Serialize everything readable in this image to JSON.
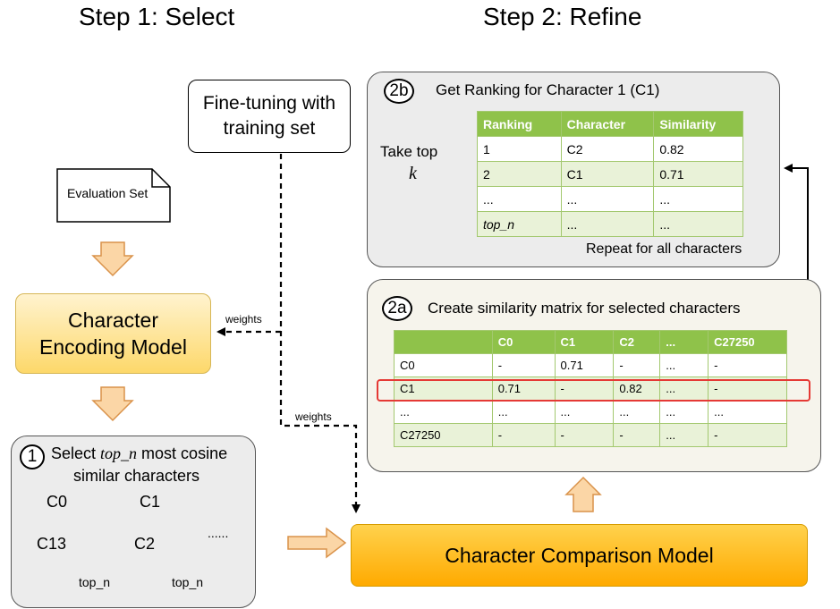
{
  "steps": {
    "step1": "Step 1: Select",
    "step2": "Step 2: Refine"
  },
  "finetune": {
    "line1": "Fine-tuning with",
    "line2": "training set"
  },
  "evaluation_set": "Evaluation Set",
  "encoding_model": {
    "line1": "Character",
    "line2": "Encoding Model"
  },
  "weights_label": "weights",
  "select_box": {
    "number": "1",
    "text_prefix": "Select ",
    "text_italic": "top_n",
    "text_suffix": " most cosine",
    "text_line2": "similar characters",
    "c0_label": "C0",
    "c1_label": "C1",
    "card0": "C13",
    "card1": "C2",
    "ellipsis": "......",
    "topn0": "top_n",
    "topn1": "top_n"
  },
  "comparison_model": "Character Comparison Model",
  "box_2b": {
    "number": "2b",
    "title": "Get Ranking for Character 1 (C1)",
    "take_top": "Take top",
    "k": "k",
    "headers": [
      "Ranking",
      "Character",
      "Similarity"
    ],
    "rows": [
      [
        "1",
        "C2",
        "0.82"
      ],
      [
        "2",
        "C1",
        "0.71"
      ],
      [
        "...",
        "...",
        "..."
      ],
      [
        "top_n",
        "...",
        "..."
      ]
    ],
    "repeat": "Repeat for all characters"
  },
  "box_2a": {
    "number": "2a",
    "title": "Create similarity matrix for selected characters",
    "headers": [
      "",
      "C0",
      "C1",
      "C2",
      "...",
      "C27250"
    ],
    "rows": [
      [
        "C0",
        "-",
        "0.71",
        "-",
        "...",
        "-"
      ],
      [
        "C1",
        "0.71",
        "-",
        "0.82",
        "...",
        "-"
      ],
      [
        "...",
        "...",
        "...",
        "...",
        "...",
        "..."
      ],
      [
        "C27250",
        "-",
        "-",
        "-",
        "...",
        "-"
      ]
    ]
  },
  "colors": {
    "table_header": "#8fc24a",
    "table_alt": "#e9f2d8",
    "encoding_fill": "#fee7a8",
    "comparison_fill": "#ffb300",
    "highlight": "#e53935",
    "arrow_fill": "#fbd6a6",
    "arrow_stroke": "#d9924a",
    "repeat_icon": "#1f7fd6"
  }
}
